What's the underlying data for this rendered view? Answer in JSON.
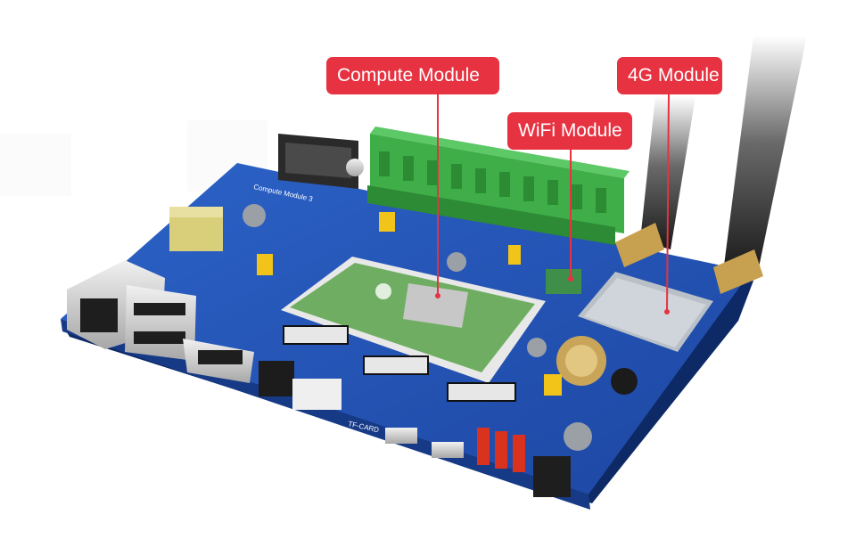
{
  "callouts": {
    "compute_module": "Compute Module",
    "wifi_module": "WiFi Module",
    "module_4g": "4G Module"
  },
  "board_silkscreen": {
    "title": "Compute Module 3",
    "tf_card": "TF-CARD"
  },
  "colors": {
    "callout_bg": "#e63241",
    "pcb_blue": "#2456b8",
    "terminal_green": "#3fae48",
    "cm_green": "#6fae62",
    "antenna_black": "#1b1b1b"
  }
}
